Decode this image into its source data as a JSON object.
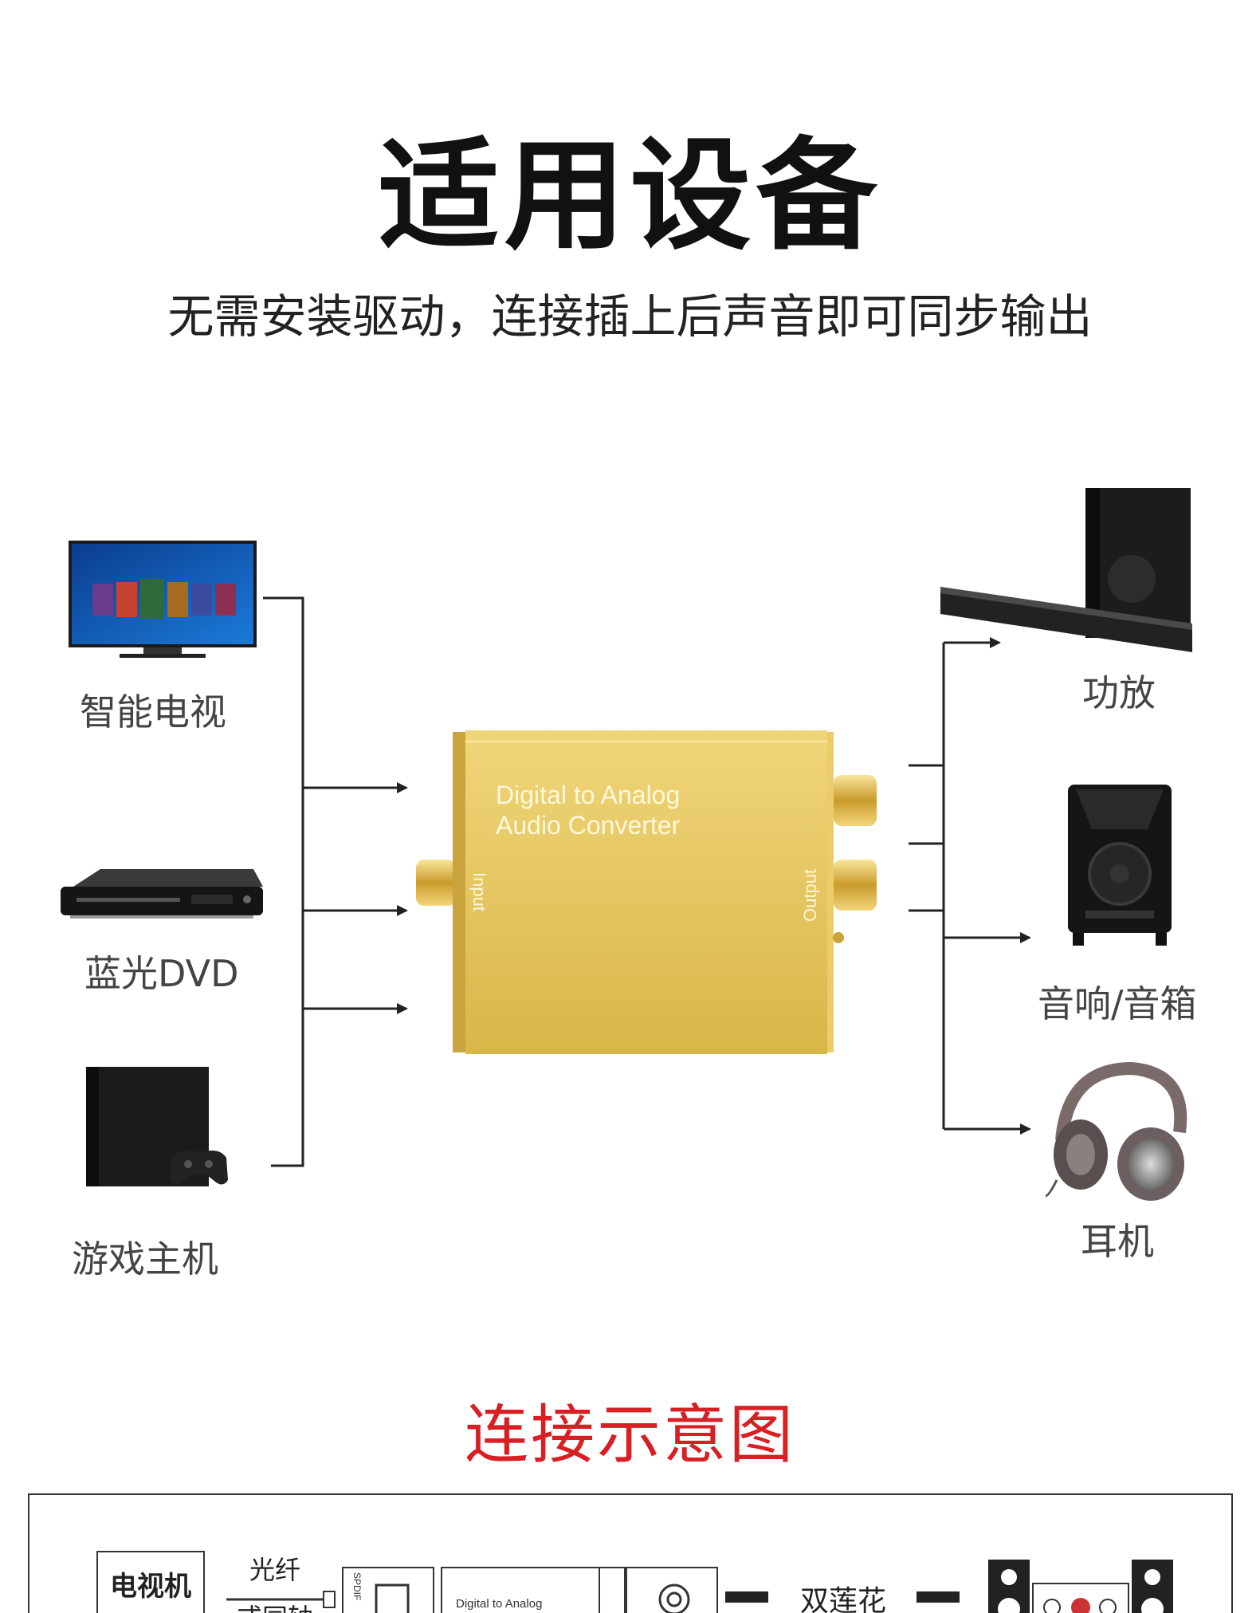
{
  "header": {
    "title": "适用设备",
    "subtitle": "无需安装驱动，连接插上后声音即可同步输出"
  },
  "input_devices": [
    {
      "label": "智能电视",
      "icon": "smart-tv-icon"
    },
    {
      "label": "蓝光DVD",
      "icon": "dvd-player-icon"
    },
    {
      "label": "游戏主机",
      "icon": "game-console-icon"
    }
  ],
  "output_devices": [
    {
      "label": "功放",
      "icon": "soundbar-subwoofer-icon"
    },
    {
      "label": "音响/音箱",
      "icon": "speaker-icon"
    },
    {
      "label": "耳机",
      "icon": "headphones-icon"
    }
  ],
  "converter": {
    "line1": "Digital to Analog",
    "line2": "Audio Converter",
    "input_label": "Input",
    "output_label": "Output",
    "color": "#e3c25a"
  },
  "connection_section": {
    "title": "连接示意图",
    "tv_label": "电视机",
    "optical_label": "光纤",
    "coax_label": "或同轴",
    "converter_label": "Digital to Analog",
    "rca_label": "双莲花",
    "spdif_label": "SPDIF"
  },
  "colors": {
    "accent_red": "#d71f24",
    "converter_gold": "#e3c25a",
    "line": "#222222"
  }
}
